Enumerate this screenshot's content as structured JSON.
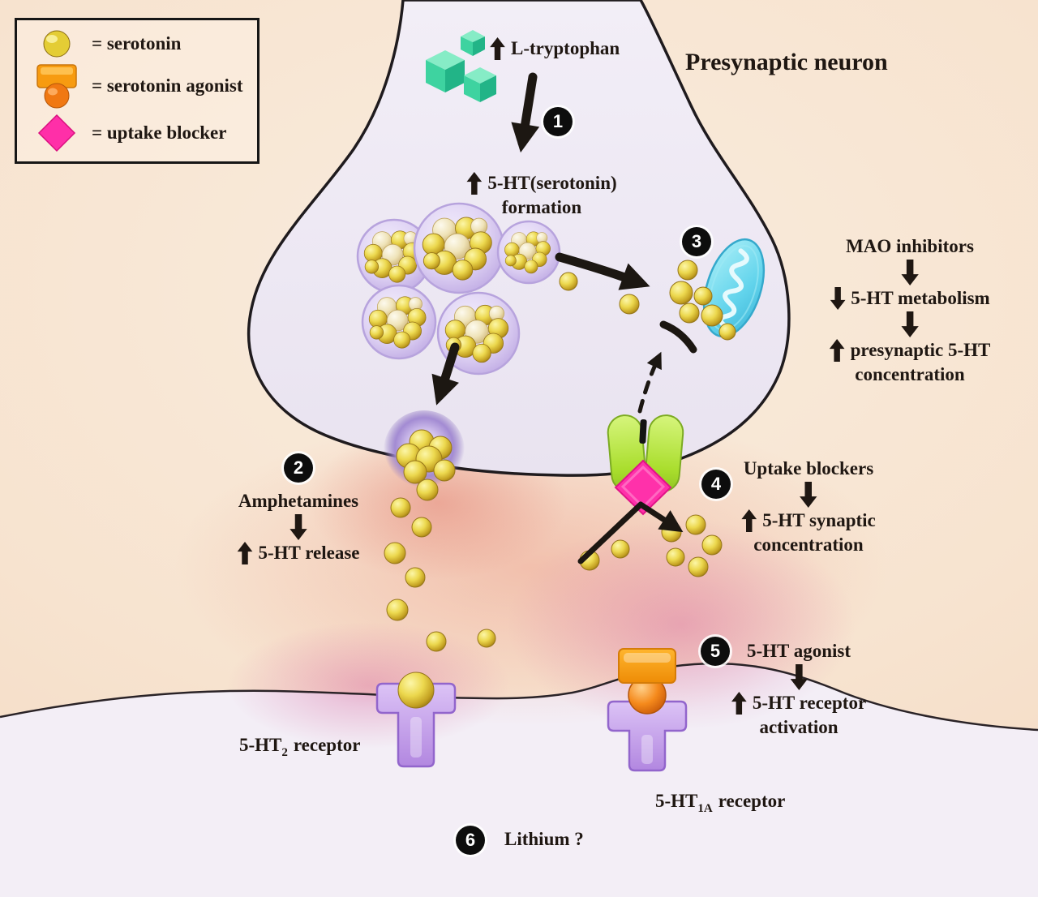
{
  "title": "Presynaptic neuron",
  "legend": {
    "serotonin": "= serotonin",
    "agonist": "= serotonin agonist",
    "blocker": "= uptake blocker"
  },
  "steps": {
    "one": "1",
    "two": "2",
    "three": "3",
    "four": "4",
    "five": "5",
    "six": "6"
  },
  "annotations": {
    "ltryptophan": "L-tryptophan",
    "formation_line1": "5-HT(serotonin)",
    "formation_line2": "formation",
    "mao_title": "MAO inhibitors",
    "mao_effect1": "5-HT metabolism",
    "mao_effect2a": "presynaptic 5-HT",
    "mao_effect2b": "concentration",
    "amphetamines": "Amphetamines",
    "amphetamines_effect": "5-HT release",
    "uptake_title": "Uptake blockers",
    "uptake_effect1": "5-HT synaptic",
    "uptake_effect2": "concentration",
    "agonist_title": "5-HT agonist",
    "agonist_effect1": "5-HT receptor",
    "agonist_effect2": "activation",
    "lithium": "Lithium ?"
  },
  "receptors": {
    "ht2_prefix": "5-HT",
    "ht2_sub": "2",
    "ht2_suffix": "receptor",
    "ht1a_prefix": "5-HT",
    "ht1a_sub": "1A",
    "ht1a_suffix": "receptor"
  },
  "colors": {
    "serotonin_yellow": "#e4cd35",
    "agonist_orange": "#f79b10",
    "uptake_blocker_magenta": "#ff2fa8",
    "vesicle_purple": "#c9b6e8",
    "mitochondrion_cyan": "#6fd9ee",
    "transporter_green": "#aade2e",
    "receptor_purple": "#c9a4ee",
    "tryptophan_teal": "#3ed3a0",
    "background_peach": "#f7e3cf"
  }
}
